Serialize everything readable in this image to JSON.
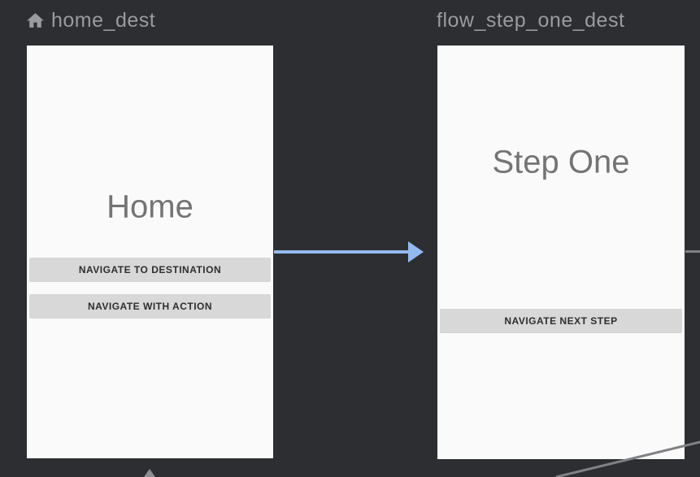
{
  "editor": {
    "name": "navigation-graph-canvas"
  },
  "destinations": [
    {
      "title": "home_dest",
      "is_start_destination": true,
      "screen_label": "Home",
      "buttons": [
        "NAVIGATE TO DESTINATION",
        "NAVIGATE WITH ACTION"
      ]
    },
    {
      "title": "flow_step_one_dest",
      "is_start_destination": false,
      "screen_label": "Step One",
      "buttons": [
        "NAVIGATE NEXT STEP"
      ]
    }
  ],
  "edges": [
    {
      "name": "action-home-to-step-one",
      "type": "action-arrow",
      "color": "#93baef"
    },
    {
      "name": "edge-to-offscreen-right",
      "type": "gray-stub",
      "color": "#808184"
    },
    {
      "name": "edge-diagonal-bottom-right",
      "type": "gray-line",
      "color": "#808184"
    },
    {
      "name": "incoming-arrowhead-bottom",
      "type": "gray-arrowhead",
      "color": "#8d8e90"
    }
  ],
  "colors": {
    "canvas_bg": "#2d2e31",
    "screen_bg": "#fafafa",
    "header_text": "#9a9b9d",
    "screen_label_text": "#747474",
    "button_bg": "#d8d8d8",
    "button_text": "#2e2e2e",
    "action_arrow": "#93baef",
    "gray_edge": "#808184"
  }
}
